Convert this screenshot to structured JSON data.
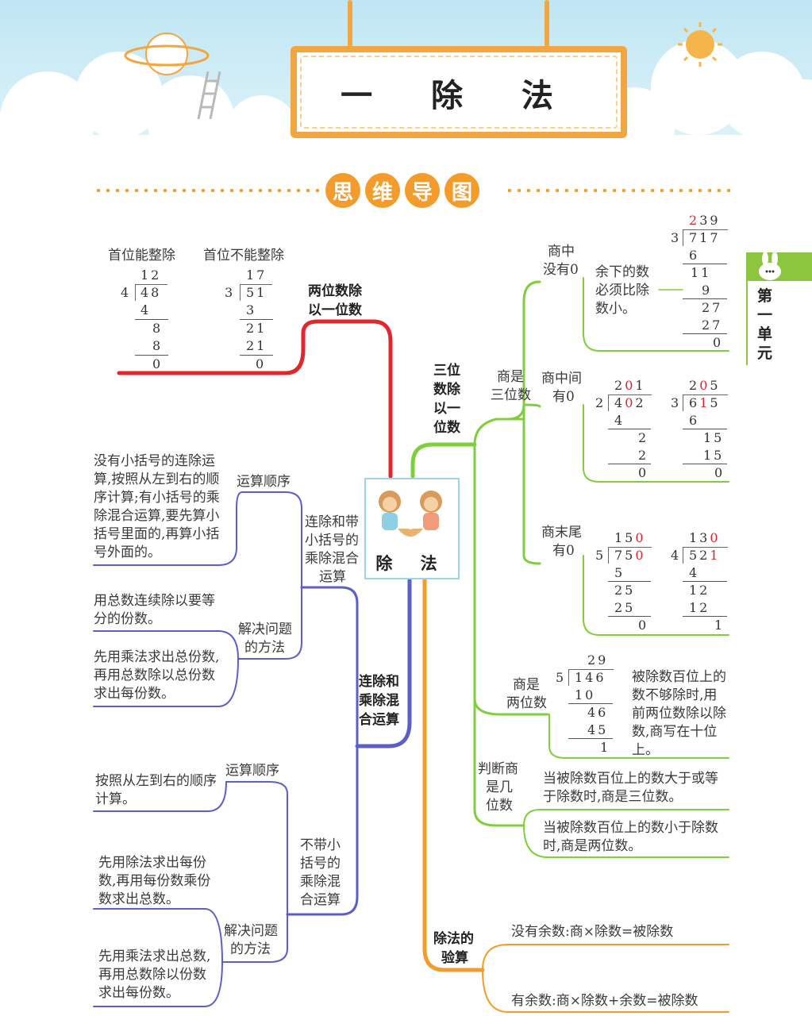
{
  "header": {
    "title": "一 除 法",
    "section_title": [
      "思",
      "维",
      "导",
      "图"
    ]
  },
  "side_tab": {
    "label": "第一单元",
    "chars": [
      "第",
      "一",
      "单",
      "元"
    ]
  },
  "center": {
    "label": "除 法"
  },
  "colors": {
    "red": "#e3262c",
    "purple": "#5b5fc7",
    "green": "#7fcf3c",
    "orange": "#f39c2c",
    "accent": "#f3a640"
  },
  "red_branch": {
    "title_lines": [
      "两位数除",
      "以一位数"
    ],
    "col1_head": "首位能整除",
    "col2_head": "首位不能整除",
    "ex1": {
      "quotient": "12",
      "divisor": "4",
      "dividend": "48",
      "rows": [
        "4",
        "8",
        "8",
        "0"
      ]
    },
    "ex2": {
      "quotient": "17",
      "divisor": "3",
      "dividend": "51",
      "rows": [
        "3",
        "21",
        "21",
        "0"
      ]
    }
  },
  "purple_upper": {
    "title_lines": [
      "连除和带",
      "小括号的",
      "乘除混合",
      "运算"
    ],
    "order_label": "运算顺序",
    "order_text": "没有小括号的连除运算,按照从左到右的顺序计算;有小括号的乘除混合运算,要先算小括号里面的,再算小括号外面的。",
    "method_label_lines": [
      "解决问题",
      "的方法"
    ],
    "method1": "用总数连续除以要等分的份数。",
    "method2": "先用乘法求出总份数,再用总数除以总份数求出每份数。"
  },
  "purple_main": {
    "title_lines": [
      "连除和",
      "乘除混",
      "合运算"
    ]
  },
  "purple_lower": {
    "title_lines": [
      "不带小",
      "括号的",
      "乘除混",
      "合运算"
    ],
    "order_label": "运算顺序",
    "order_text": "按照从左到右的顺序计算。",
    "method_label_lines": [
      "解决问题",
      "的方法"
    ],
    "method1": "先用除法求出每份数,再用每份数乘份数求出总数。",
    "method2": "先用乘法求出总数,再用总数除以份数求出每份数。"
  },
  "green_branch": {
    "title_lines": [
      "三位",
      "数除",
      "以一",
      "位数"
    ],
    "three_digit_label_lines": [
      "商是",
      "三位数"
    ],
    "zero_mid_label_lines": [
      "商中",
      "没有0"
    ],
    "zero_mid_note": "余下的数必须比除数小。",
    "ex_a": {
      "quotient": "239",
      "divisor": "3",
      "dividend": "717",
      "rows": [
        "6",
        "11",
        "9",
        "27",
        "27",
        "0"
      ]
    },
    "zero_between_label_lines": [
      "商中间",
      "有0"
    ],
    "ex_b": {
      "quotient": "201",
      "divisor": "2",
      "dividend": "402",
      "rows": [
        "4",
        "2",
        "2",
        "0"
      ]
    },
    "ex_c": {
      "quotient": "205",
      "divisor": "3",
      "dividend": "615",
      "rows": [
        "6",
        "15",
        "15",
        "0"
      ]
    },
    "zero_end_label_lines": [
      "商末尾",
      "有0"
    ],
    "ex_d": {
      "quotient": "150",
      "divisor": "5",
      "dividend": "750",
      "rows": [
        "5",
        "25",
        "25",
        "0"
      ]
    },
    "ex_e": {
      "quotient": "130",
      "divisor": "4",
      "dividend": "521",
      "rows": [
        "4",
        "12",
        "12",
        "1"
      ]
    },
    "two_digit_label_lines": [
      "商是",
      "两位数"
    ],
    "ex_f": {
      "quotient": "29",
      "divisor": "5",
      "dividend": "146",
      "rows": [
        "10",
        "46",
        "45",
        "1"
      ]
    },
    "two_digit_note": "被除数百位上的数不够除时,用前两位数除以除数,商写在十位上。",
    "judge_label_lines": [
      "判断商",
      "是几",
      "位数"
    ],
    "judge1": "当被除数百位上的数大于或等于除数时,商是三位数。",
    "judge2": "当被除数百位上的数小于除数时,商是两位数。"
  },
  "orange_branch": {
    "title_lines": [
      "除法的",
      "验算"
    ],
    "check1": "没有余数:商×除数=被除数",
    "check2": "有余数:商×除数+余数=被除数"
  }
}
